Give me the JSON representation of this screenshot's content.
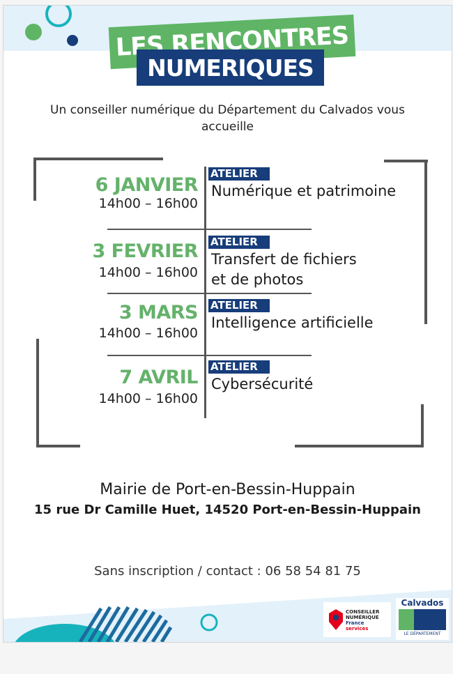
{
  "header": {
    "title_line1": "LES RENCONTRES",
    "title_line2": "NUMERIQUES"
  },
  "subtitle": {
    "line1": "Un conseiller numérique du Département du Calvados vous",
    "line2": "accueille"
  },
  "events": [
    {
      "date": "6 JANVIER",
      "time": "14h00 – 16h00",
      "tag": "ATELIER",
      "title": [
        "Numérique et patrimoine"
      ]
    },
    {
      "date": "3 FEVRIER",
      "time": "14h00 – 16h00",
      "tag": "ATELIER",
      "title": [
        "Transfert de fichiers",
        "et de photos"
      ]
    },
    {
      "date": "3 MARS",
      "time": "14h00 – 16h00",
      "tag": "ATELIER",
      "title": [
        "Intelligence artificielle"
      ]
    },
    {
      "date": "7 AVRIL",
      "time": "14h00 – 16h00",
      "tag": "ATELIER",
      "title": [
        "Cybersécurité"
      ]
    }
  ],
  "location": {
    "name": "Mairie de Port-en-Bessin-Huppain",
    "address": "15 rue Dr Camille Huet, 14520 Port-en-Bessin-Huppain"
  },
  "contact": "Sans inscription / contact : 06 58 54 81 75",
  "logos": {
    "conseiller": [
      "CONSEILLER",
      "NUMÉRIQUE",
      "France",
      "services"
    ],
    "calvados": [
      "Calvados",
      "LE DÉPARTEMENT"
    ]
  },
  "colors": {
    "green": "#5fb565",
    "navy": "#173d7a",
    "teal": "#17b3bd",
    "light_blue": "#e3f1fb"
  }
}
